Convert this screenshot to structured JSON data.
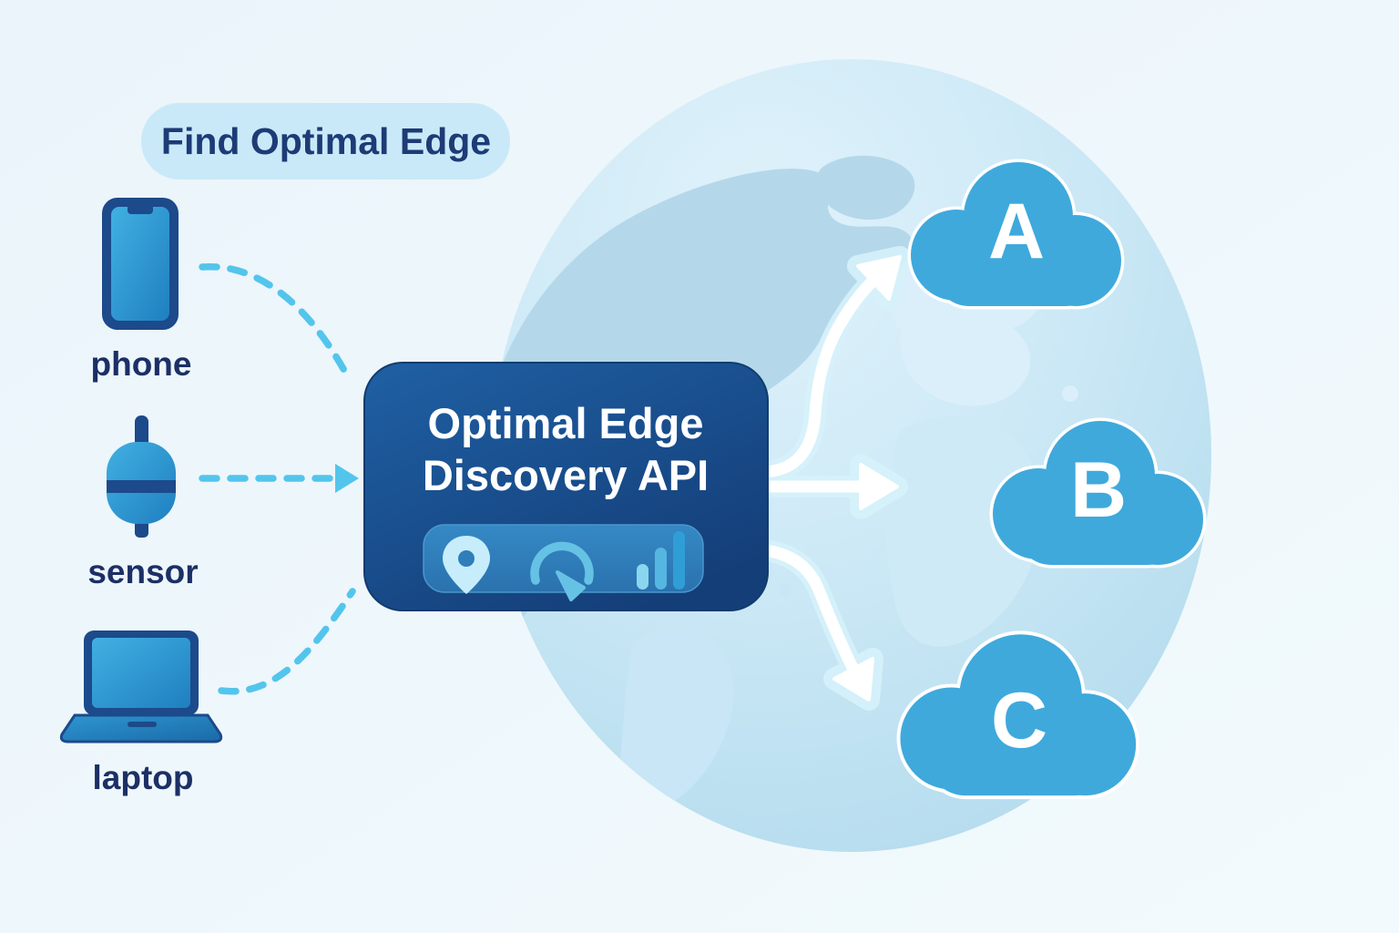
{
  "badge": {
    "label": "Find Optimal Edge"
  },
  "devices": [
    {
      "id": "phone",
      "label": "phone"
    },
    {
      "id": "sensor",
      "label": "sensor"
    },
    {
      "id": "laptop",
      "label": "laptop"
    }
  ],
  "api_box": {
    "title_line1": "Optimal Edge",
    "title_line2": "Discovery API",
    "icons": [
      {
        "name": "location-pin-icon"
      },
      {
        "name": "speed-gauge-icon"
      },
      {
        "name": "signal-bars-icon"
      }
    ]
  },
  "edge_nodes": [
    {
      "label": "A"
    },
    {
      "label": "B"
    },
    {
      "label": "C"
    }
  ],
  "colors": {
    "background": "#edf6fb",
    "badge_bg": "#c9e9f8",
    "navy_text": "#1c2f66",
    "device_outline": "#1c4a8a",
    "device_fill": "#2f9ad2",
    "api_box_top": "#1e5fa3",
    "api_box_bottom": "#143e78",
    "icon_bar_bg": "#2f81bf",
    "dashed_arrow": "#53c5ec",
    "flow_arrow": "#ffffff",
    "cloud_blue": "#2191cd",
    "globe_fill": "#c3e4f3"
  }
}
